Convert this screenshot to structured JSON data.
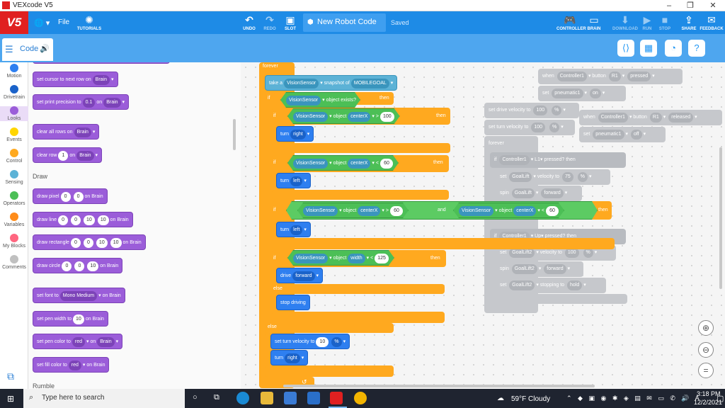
{
  "window": {
    "title": "VEXcode V5",
    "min": "–",
    "max": "❐",
    "close": "✕"
  },
  "menubar": {
    "logo": "V5",
    "globe": "🌐 ▾",
    "file": "File",
    "tutorials": "TUTORIALS",
    "undo": "UNDO",
    "redo": "REDO",
    "slot": "SLOT",
    "project_name": "New Robot Code",
    "saved": "Saved",
    "controller": "CONTROLLER",
    "brain": "BRAIN",
    "download": "DOWNLOAD",
    "run": "RUN",
    "stop": "STOP",
    "share": "SHARE",
    "feedback": "FEEDBACK"
  },
  "subbar": {
    "code_tab": "Code"
  },
  "categories": [
    {
      "label": "Motion",
      "color": "#2e7ff0"
    },
    {
      "label": "Drivetrain",
      "color": "#1a62c9"
    },
    {
      "label": "Looks",
      "color": "#9b5dd9"
    },
    {
      "label": "Events",
      "color": "#ffd500"
    },
    {
      "label": "Control",
      "color": "#ffa91f"
    },
    {
      "label": "Sensing",
      "color": "#5cb2d6"
    },
    {
      "label": "Operators",
      "color": "#4cbf56"
    },
    {
      "label": "Variables",
      "color": "#ff8c1a"
    },
    {
      "label": "My Blocks",
      "color": "#ff6680"
    },
    {
      "label": "Comments",
      "color": "#c0c0c0"
    }
  ],
  "palette": {
    "cursor_row": {
      "t": "set cursor to next row on",
      "dd": "Brain"
    },
    "print_precision": {
      "t": "set print precision to",
      "v": "0.1",
      "on": "on",
      "dd": "Brain"
    },
    "clear_rows": {
      "t": "clear all rows on",
      "dd": "Brain"
    },
    "clear_row": {
      "t": "clear row",
      "v": "1",
      "on": "on",
      "dd": "Brain"
    },
    "draw_section": "Draw",
    "draw_pixel": {
      "t": "draw pixel",
      "a": "0",
      "b": "0",
      "on": "on Brain"
    },
    "draw_line": {
      "t": "draw line",
      "a": "0",
      "b": "0",
      "c": "10",
      "d": "10",
      "on": "on Brain"
    },
    "draw_rect": {
      "t": "draw rectangle",
      "a": "0",
      "b": "0",
      "c": "10",
      "d": "10",
      "on": "on Brain"
    },
    "draw_circle": {
      "t": "draw circle",
      "a": "0",
      "b": "0",
      "c": "10",
      "on": "on Brain"
    },
    "set_font": {
      "t": "set font to",
      "dd": "Mono Medium",
      "on": "on Brain"
    },
    "pen_width": {
      "t": "set pen width to",
      "v": "10",
      "on": "on Brain"
    },
    "pen_color": {
      "t": "set pen color to",
      "dd": "red",
      "on": "on",
      "dd2": "Brain"
    },
    "fill_color": {
      "t": "set fill color to",
      "dd": "red",
      "on": "on Brain"
    },
    "rumble_section": "Rumble"
  },
  "code": {
    "forever": "forever",
    "snapshot": {
      "t": "take a",
      "dd": "VisionSensor",
      "m": "snapshot of",
      "dd2": "MOBILEGOAL"
    },
    "if": "if",
    "then": "then",
    "else": "else",
    "and": "and",
    "exists": {
      "dd": "VisionSensor",
      "t": "object exists?"
    },
    "c1": {
      "dd": "VisionSensor",
      "t": "object",
      "prop": "centerX",
      "op": ">",
      "v": "100"
    },
    "turn_right": {
      "t": "turn",
      "dd": "right"
    },
    "c2": {
      "dd": "VisionSensor",
      "t": "object",
      "prop": "centerX",
      "op": "<",
      "v": "60"
    },
    "turn_left": {
      "t": "turn",
      "dd": "left"
    },
    "c3a": {
      "dd": "VisionSensor",
      "t": "object",
      "prop": "centerX",
      "op": ">",
      "v": "60"
    },
    "c3b": {
      "dd": "VisionSensor",
      "t": "object",
      "prop": "centerX",
      "op": "<",
      "v": "60"
    },
    "turn_left2": {
      "t": "turn",
      "dd": "left"
    },
    "c4": {
      "dd": "VisionSensor",
      "t": "object",
      "prop": "width",
      "op": "<",
      "v": "125"
    },
    "drive": {
      "t": "drive",
      "dd": "forward"
    },
    "stop": "stop driving",
    "velocity": {
      "t": "set turn velocity to",
      "v": "10",
      "dd": "%"
    },
    "turn_right2": {
      "t": "turn",
      "dd": "right"
    }
  },
  "ghost": {
    "ev1": {
      "t": "when",
      "dd": "Controller1",
      "m": "button",
      "dd2": "R1",
      "dd3": "pressed"
    },
    "pn1": {
      "t": "set",
      "dd": "pneumatic1",
      "dd2": "on"
    },
    "dv": {
      "t": "set drive velocity to",
      "v": "100",
      "dd": "%"
    },
    "tv": {
      "t": "set turn velocity to",
      "v": "100",
      "dd": "%"
    },
    "ev2": {
      "t": "when",
      "dd": "Controller1",
      "m": "button",
      "dd2": "R1",
      "dd3": "released"
    },
    "pn2": {
      "t": "set",
      "dd": "pneumatic1",
      "dd2": "off"
    },
    "fv": "forever",
    "if1": {
      "t": "if",
      "dd": "Controller1",
      "m": "L1",
      "q": "pressed?",
      "th": "then"
    },
    "gl1": {
      "t": "set",
      "dd": "GoalLift",
      "m": "velocity to",
      "v": "75",
      "dd2": "%"
    },
    "sp1": {
      "t": "spin",
      "dd": "GoalLift",
      "dd2": "forward"
    },
    "if2": {
      "t": "if",
      "dd": "Controller1",
      "m": "Up",
      "q": "pressed?",
      "th": "then"
    },
    "gl2": {
      "t": "set",
      "dd": "GoalLift2",
      "m": "velocity to",
      "v": "100",
      "dd2": "%"
    },
    "sp2": {
      "t": "spin",
      "dd": "GoalLift2",
      "dd2": "forward"
    },
    "st2": {
      "t": "set",
      "dd": "GoalLift2",
      "m": "stopping to",
      "dd2": "hold"
    }
  },
  "taskbar": {
    "search": "Type here to search",
    "weather": "59°F  Cloudy",
    "time": "3:18 PM",
    "date": "12/2/2021"
  }
}
